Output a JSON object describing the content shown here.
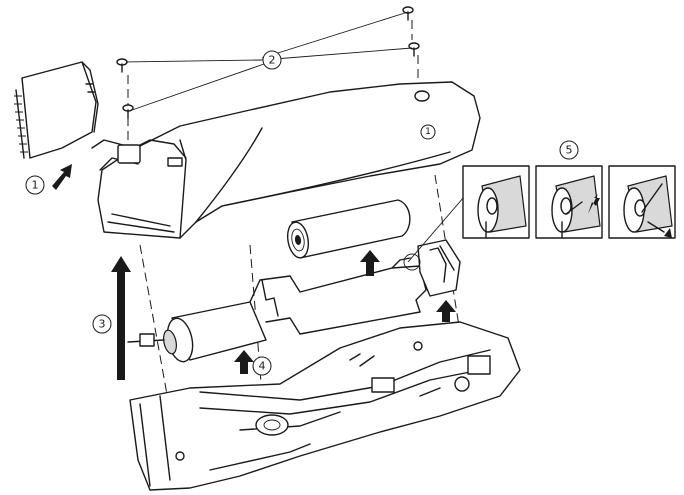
{
  "callouts": {
    "step1": "1",
    "step2": "2",
    "step3": "3",
    "step4": "4",
    "step5": "5",
    "housing_mark": "1"
  },
  "colors": {
    "line": "#1a1a1a",
    "background": "#ffffff",
    "shade": "#d9d9d9"
  }
}
